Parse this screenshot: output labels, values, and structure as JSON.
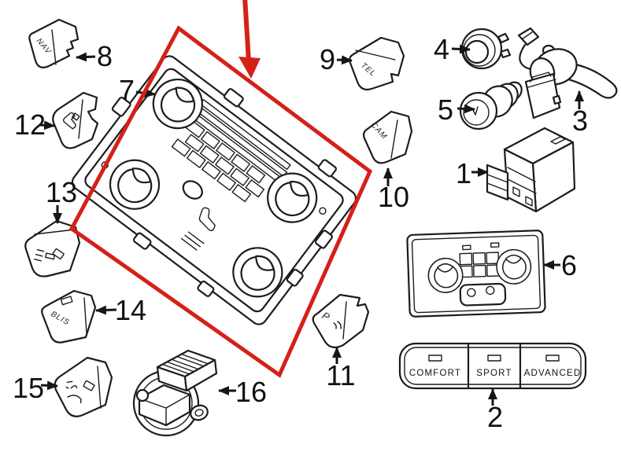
{
  "diagram": {
    "type": "parts-diagram",
    "background_color": "#ffffff",
    "line_color": "#1c1c1c",
    "highlight_color": "#d42118",
    "callouts": {
      "c1": "1",
      "c2": "2",
      "c3": "3",
      "c4": "4",
      "c5": "5",
      "c6": "6",
      "c7": "7",
      "c8": "8",
      "c9": "9",
      "c10": "10",
      "c11": "11",
      "c12": "12",
      "c13": "13",
      "c14": "14",
      "c15": "15",
      "c16": "16"
    },
    "switch_labels": {
      "nav": "NAV",
      "tel": "TEL",
      "cam": "CAM",
      "blis": "BLIS",
      "park": "P"
    },
    "drive_mode_panel": {
      "buttons": [
        {
          "label": "COMFORT"
        },
        {
          "label": "SPORT"
        },
        {
          "label": "ADVANCED"
        }
      ]
    }
  }
}
